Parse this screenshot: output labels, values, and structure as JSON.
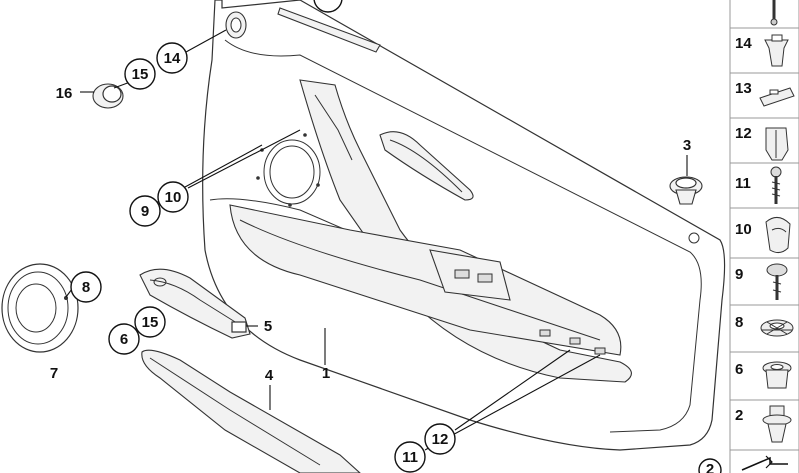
{
  "callouts": {
    "c14": "14",
    "c15a": "15",
    "c16": "16",
    "c10": "10",
    "c9": "9",
    "c3": "3",
    "c8": "8",
    "c7": "7",
    "c15b": "15",
    "c6": "6",
    "c5": "5",
    "c4": "4",
    "c1": "1",
    "c12": "12",
    "c11": "11",
    "c2": "2"
  },
  "sidebar": {
    "items": [
      {
        "label": "14",
        "icon": "push-clip-icon"
      },
      {
        "label": "13",
        "icon": "clip-bracket-icon"
      },
      {
        "label": "12",
        "icon": "expanding-nut-icon"
      },
      {
        "label": "11",
        "icon": "screw-icon"
      },
      {
        "label": "10",
        "icon": "clip-icon"
      },
      {
        "label": "9",
        "icon": "flange-screw-icon"
      },
      {
        "label": "8",
        "icon": "round-clip-icon"
      },
      {
        "label": "6",
        "icon": "grommet-icon"
      },
      {
        "label": "2",
        "icon": "plug-clip-icon"
      }
    ]
  }
}
